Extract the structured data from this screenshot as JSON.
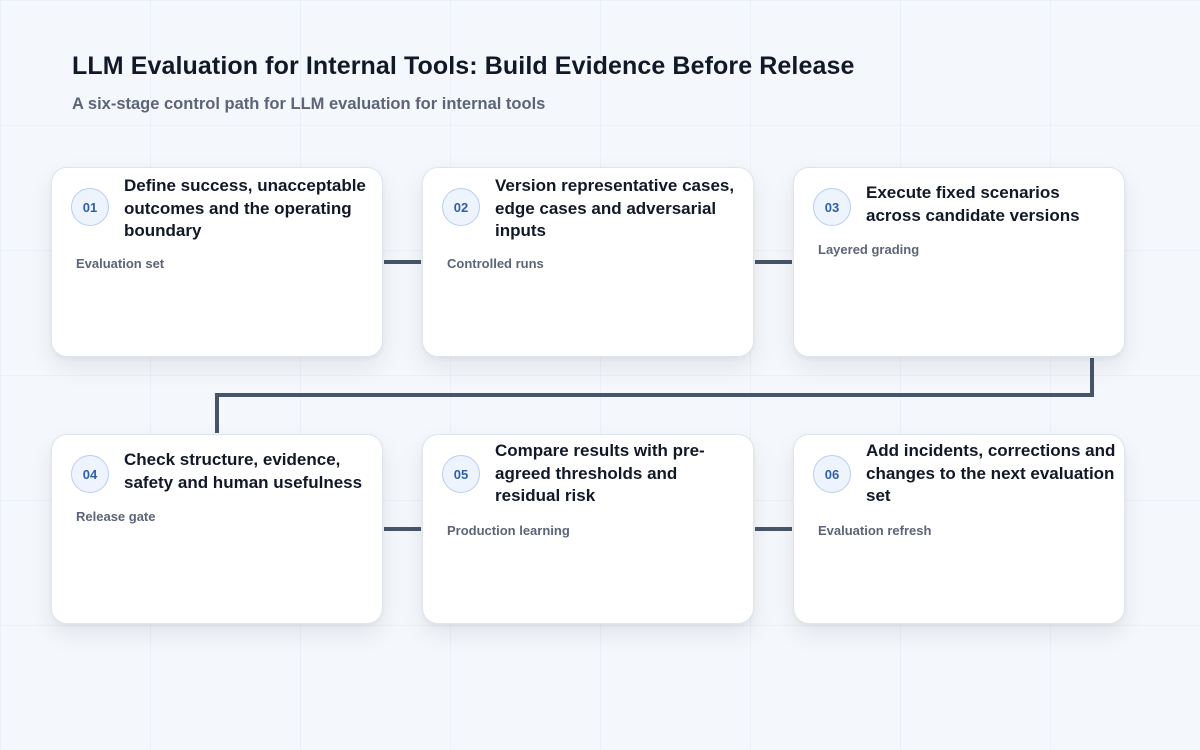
{
  "header": {
    "title": "LLM Evaluation for Internal Tools: Build Evidence Before Release",
    "subtitle": "A six-stage control path for LLM evaluation for internal tools"
  },
  "stages": [
    {
      "number": "01",
      "heading": "Define success, unacceptable outcomes and the operating boundary",
      "label": "Evaluation set"
    },
    {
      "number": "02",
      "heading": "Version representative cases, edge cases and adversarial inputs",
      "label": "Controlled runs"
    },
    {
      "number": "03",
      "heading": "Execute fixed scenarios across candidate versions",
      "label": "Layered grading"
    },
    {
      "number": "04",
      "heading": "Check structure, evidence, safety and human usefulness",
      "label": "Release gate"
    },
    {
      "number": "05",
      "heading": "Compare results with pre-agreed thresholds and residual risk",
      "label": "Production learning"
    },
    {
      "number": "06",
      "heading": "Add incidents, corrections and changes to the next evaluation set",
      "label": "Evaluation refresh"
    }
  ],
  "colors": {
    "connector": "#475569",
    "badge_text": "#2f5fa7",
    "badge_border": "#b9cdf1",
    "badge_fill": "#eef4fd"
  }
}
